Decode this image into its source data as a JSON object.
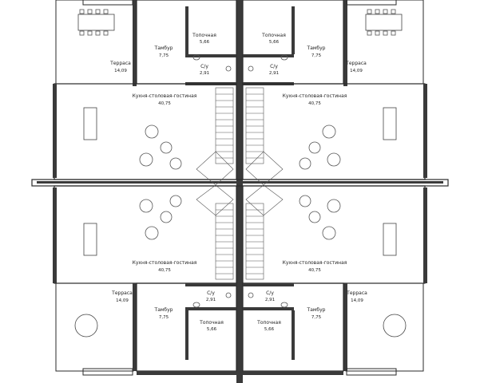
{
  "rooms": {
    "terrace_tl": {
      "name": "Терраса",
      "area": "14,09"
    },
    "tambur_tl": {
      "name": "Тамбур",
      "area": "7,75"
    },
    "topochnaya_tl": {
      "name": "Топочная",
      "area": "5,66"
    },
    "su_tl": {
      "name": "С/у",
      "area": "2,91"
    },
    "kitchen_tl": {
      "name": "Кухня-столовая-гостиная",
      "area": "40,75"
    },
    "terrace_tr": {
      "name": "Терраса",
      "area": "14,09"
    },
    "tambur_tr": {
      "name": "Тамбур",
      "area": "7,75"
    },
    "topochnaya_tr": {
      "name": "Топочная",
      "area": "5,66"
    },
    "su_tr": {
      "name": "С/у",
      "area": "2,91"
    },
    "kitchen_tr": {
      "name": "Кухня-столовая-гостиная",
      "area": "40,75"
    },
    "kitchen_bl": {
      "name": "Кухня-столовая-гостиная",
      "area": "40,75"
    },
    "su_bl": {
      "name": "С/у",
      "area": "2,91"
    },
    "terrace_bl": {
      "name": "Терраса",
      "area": "14,09"
    },
    "tambur_bl": {
      "name": "Тамбур",
      "area": "7,75"
    },
    "topochnaya_bl": {
      "name": "Топочная",
      "area": "5,66"
    },
    "kitchen_br": {
      "name": "Кухня-столовая-гостиная",
      "area": "40,75"
    },
    "su_br": {
      "name": "С/у",
      "area": "2,91"
    },
    "terrace_br": {
      "name": "Терраса",
      "area": "14,09"
    },
    "tambur_br": {
      "name": "Тамбур",
      "area": "7,75"
    },
    "topochnaya_br": {
      "name": "Топочная",
      "area": "5,66"
    }
  }
}
